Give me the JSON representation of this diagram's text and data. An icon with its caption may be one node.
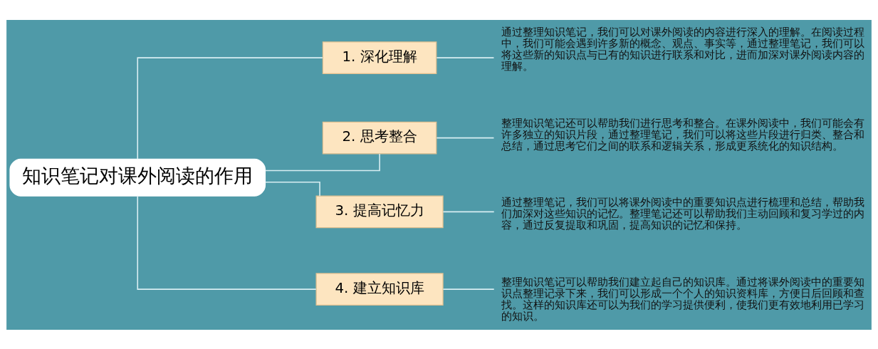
{
  "diagram": {
    "nodes": [
      {
        "text": [
          "知识笔记对课外阅读的作用"
        ]
      },
      {
        "text": [
          "1. 深化理解"
        ]
      },
      {
        "text": [
          "2. 思考整合"
        ]
      },
      {
        "text": [
          "3. 提高记忆力"
        ]
      },
      {
        "text": [
          "4. 建立知识库"
        ]
      },
      {
        "text": [
          "通过整理知识笔记，我们可以对课外阅读的内容进行深入的理解。在阅读过程中，我们可能会遇到许多新的概念、观点、事实等，通过整理笔记，我们可以将这些新的知识点与已有的知识进行联系和对比，进而加深对课外阅读内容的理解。"
        ]
      },
      {
        "text": [
          "整理知识笔记还可以帮助我们进行思考和整合。在课外阅读中，我们可能会有许多独立的知识片段，通过整理笔记，我们可以将这些片段进行归类、整合和总结，通过思考它们之间的联系和逻辑关系，形成更系统化的知识结构。"
        ]
      },
      {
        "text": [
          "通过整理笔记，我们可以将课外阅读中的重要知识点进行梳理和总结，帮助我们加深对这些知识的记忆。整理笔记还可以帮助我们主动回顾和复习学过的内容，通过反复提取和巩固，提高知识的记忆和保持。"
        ]
      },
      {
        "text": [
          "整理知识笔记可以帮助我们建立起自己的知识库。通过将课外阅读中的重要知识点整理记录下来，我们可以形成一个个人的知识资料库，方便日后回顾和查找。这样的知识库还可以为我们的学习提供便利，使我们更有效地利用已学习的知识。"
        ]
      }
    ],
    "edges": [
      {
        "from": 0,
        "to": 1,
        "arrow": "none"
      },
      {
        "from": 0,
        "to": 2,
        "arrow": "none"
      },
      {
        "from": 0,
        "to": 3,
        "arrow": "none"
      },
      {
        "from": 0,
        "to": 4,
        "arrow": "none"
      },
      {
        "from": 1,
        "to": 5,
        "arrow": "none"
      },
      {
        "from": 2,
        "to": 6,
        "arrow": "none"
      },
      {
        "from": 3,
        "to": 7,
        "arrow": "none"
      },
      {
        "from": 4,
        "to": 8,
        "arrow": "none"
      }
    ]
  }
}
